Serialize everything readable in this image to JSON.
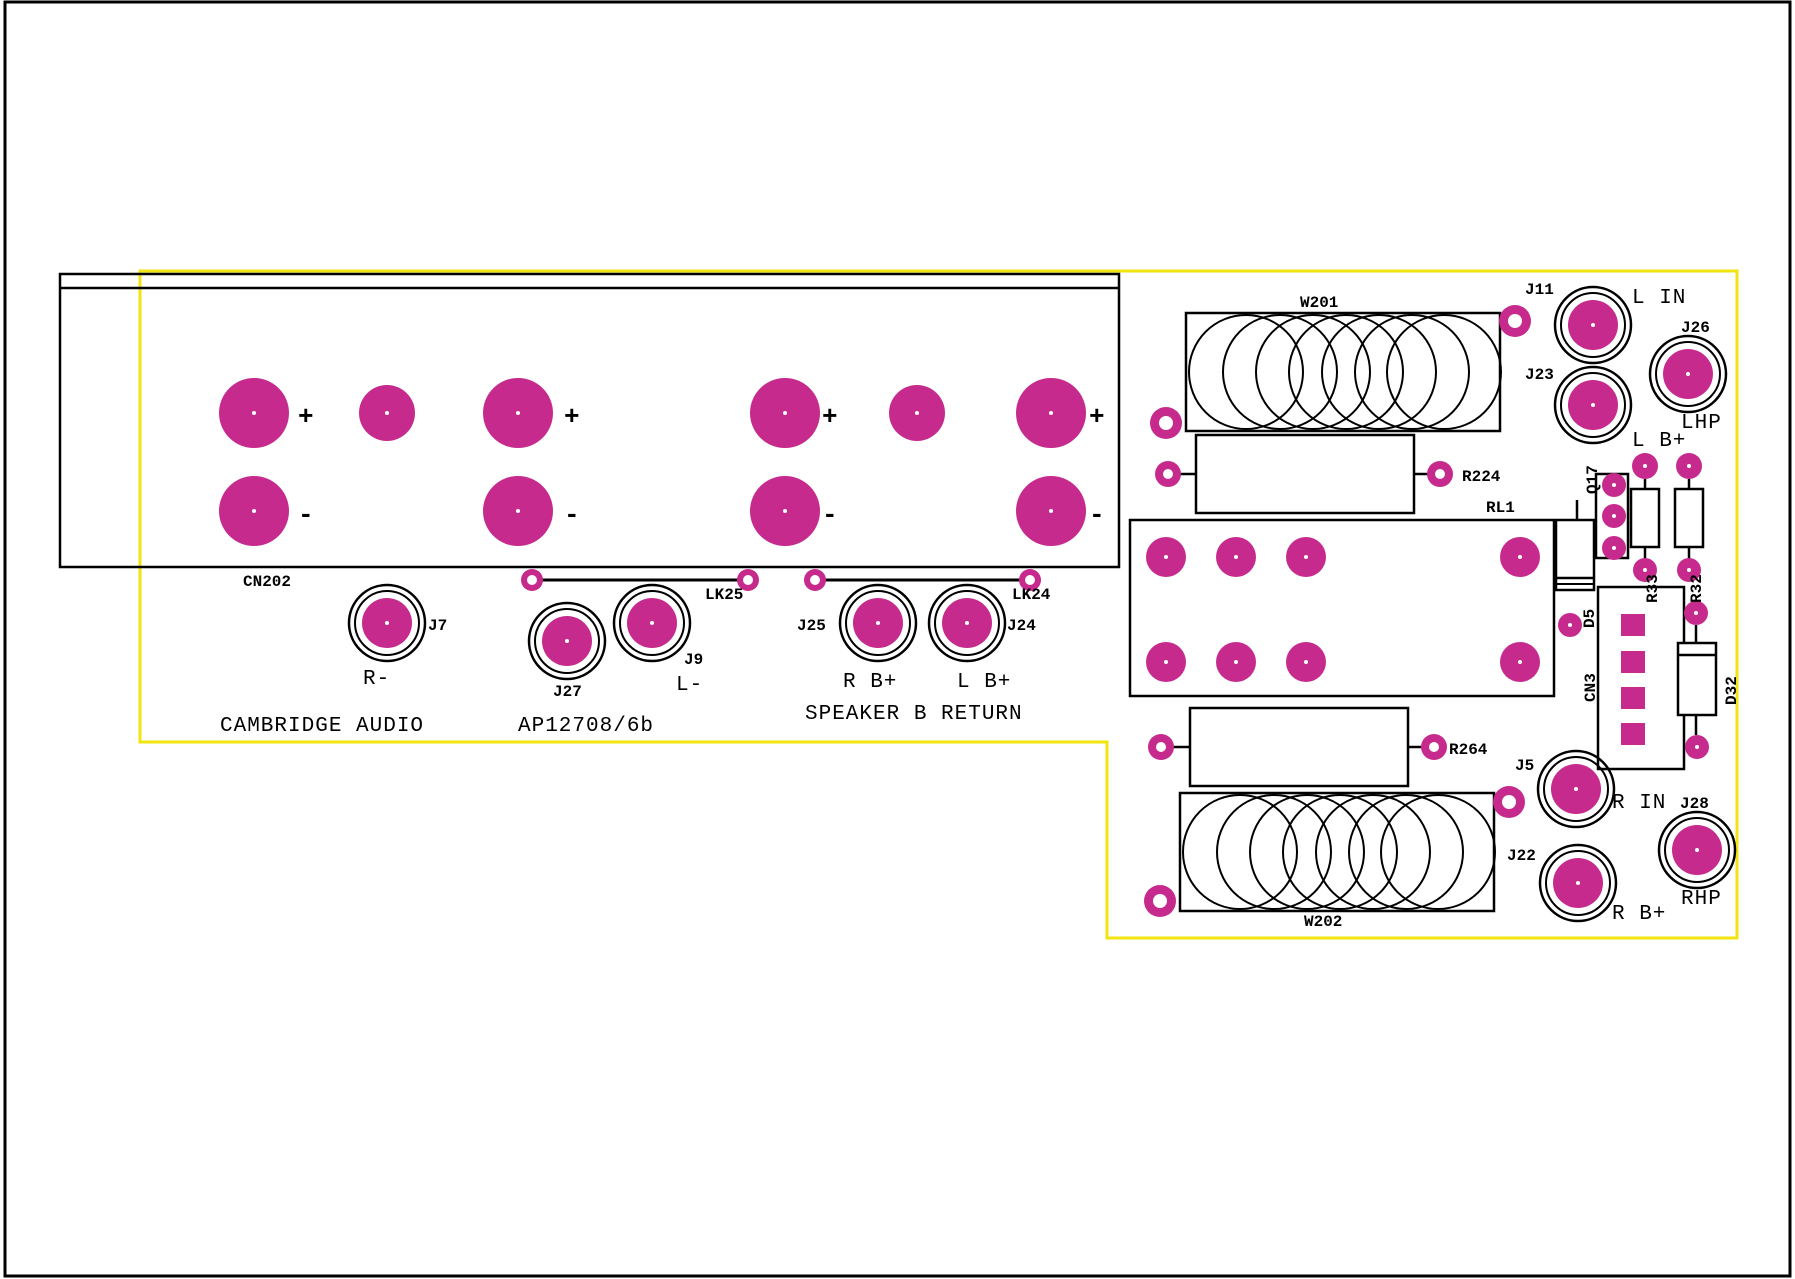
{
  "colors": {
    "pad": "#c62a8d",
    "outline": "#f2e40e",
    "ink": "#000000",
    "bg": "#ffffff"
  },
  "board_texts": {
    "maker": "CAMBRIDGE AUDIO",
    "part_number": "AP12708/6b",
    "section": "SPEAKER B RETURN"
  },
  "terminal_signs": {
    "plus": "+",
    "minus": "-"
  },
  "designators": {
    "CN202": "CN202",
    "J7": "J7",
    "J27": "J27",
    "J9": "J9",
    "LK25": "LK25",
    "J25": "J25",
    "J24": "J24",
    "LK24": "LK24",
    "W201": "W201",
    "W202": "W202",
    "R224": "R224",
    "R264": "R264",
    "RL1": "RL1",
    "J11": "J11",
    "J23": "J23",
    "J26": "J26",
    "J5": "J5",
    "J22": "J22",
    "J28": "J28",
    "Q17": "Q17",
    "R33": "R33",
    "R32": "R32",
    "D5": "D5",
    "CN3": "CN3",
    "D32": "D32"
  },
  "jack_labels": {
    "r_minus": "R-",
    "l_minus": "L-",
    "r_bplus": "R B+",
    "l_bplus": "L B+",
    "l_in": "L IN",
    "lhp": "LHP",
    "l_bplus_right": "L B+",
    "r_in": "R IN",
    "rhp": "RHP",
    "r_bplus_right": "R B+"
  }
}
